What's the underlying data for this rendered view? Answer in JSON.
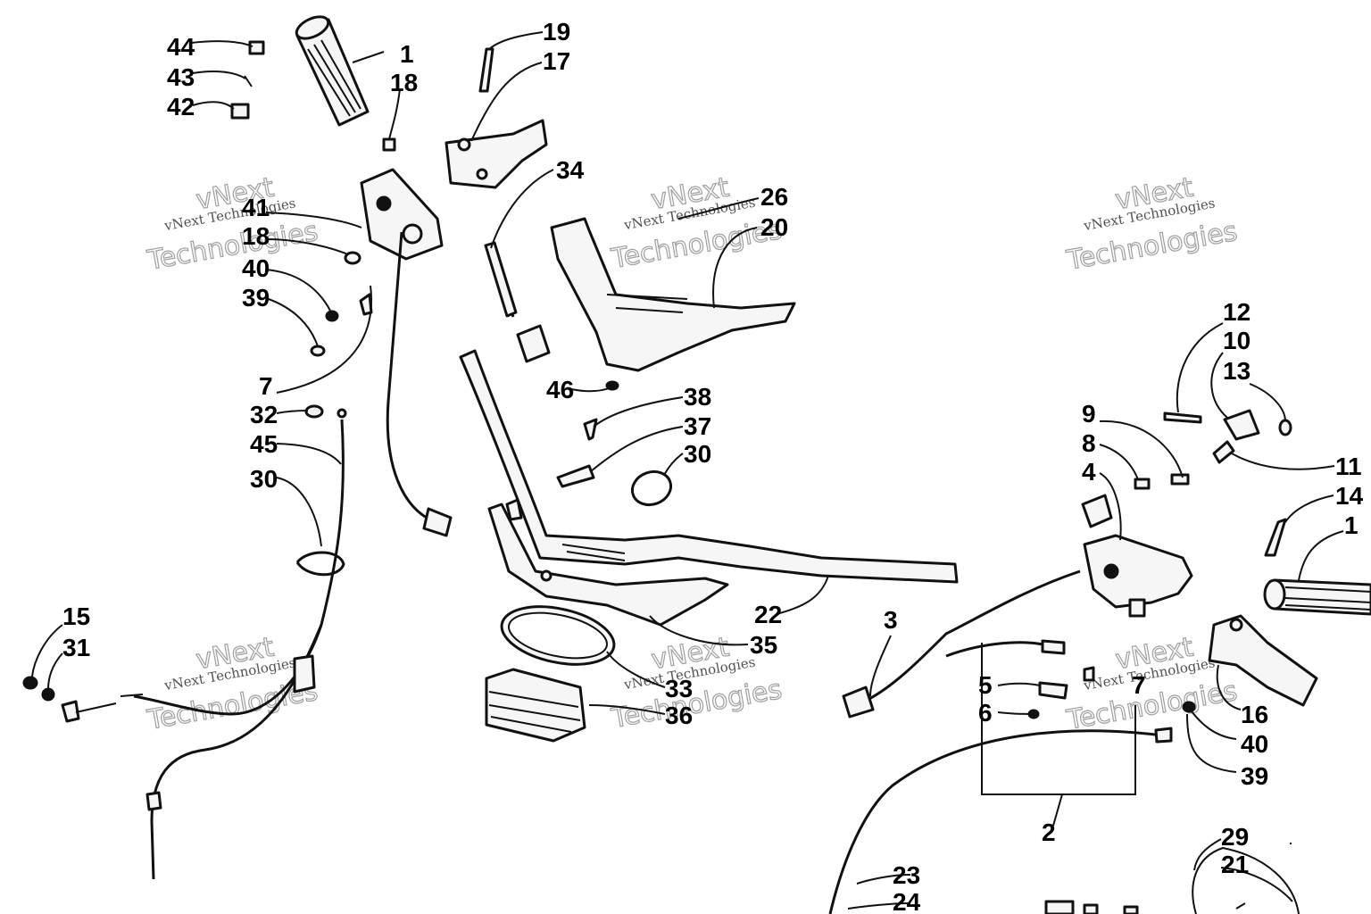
{
  "labels": [
    "44",
    "43",
    "42",
    "1",
    "18",
    "19",
    "17",
    "41",
    "18",
    "40",
    "39",
    "7",
    "34",
    "26",
    "20",
    "46",
    "32",
    "45",
    "30",
    "38",
    "37",
    "30",
    "12",
    "10",
    "13",
    "9",
    "8",
    "4",
    "11",
    "14",
    "1",
    "22",
    "35",
    "33",
    "36",
    "3",
    "5",
    "6",
    "7",
    "16",
    "40",
    "39",
    "15",
    "31",
    "2",
    "23",
    "24",
    "29",
    "21"
  ],
  "watermark": {
    "line1": "vNext Technologies",
    "line2": "vNext",
    "line3": "Technologies"
  }
}
